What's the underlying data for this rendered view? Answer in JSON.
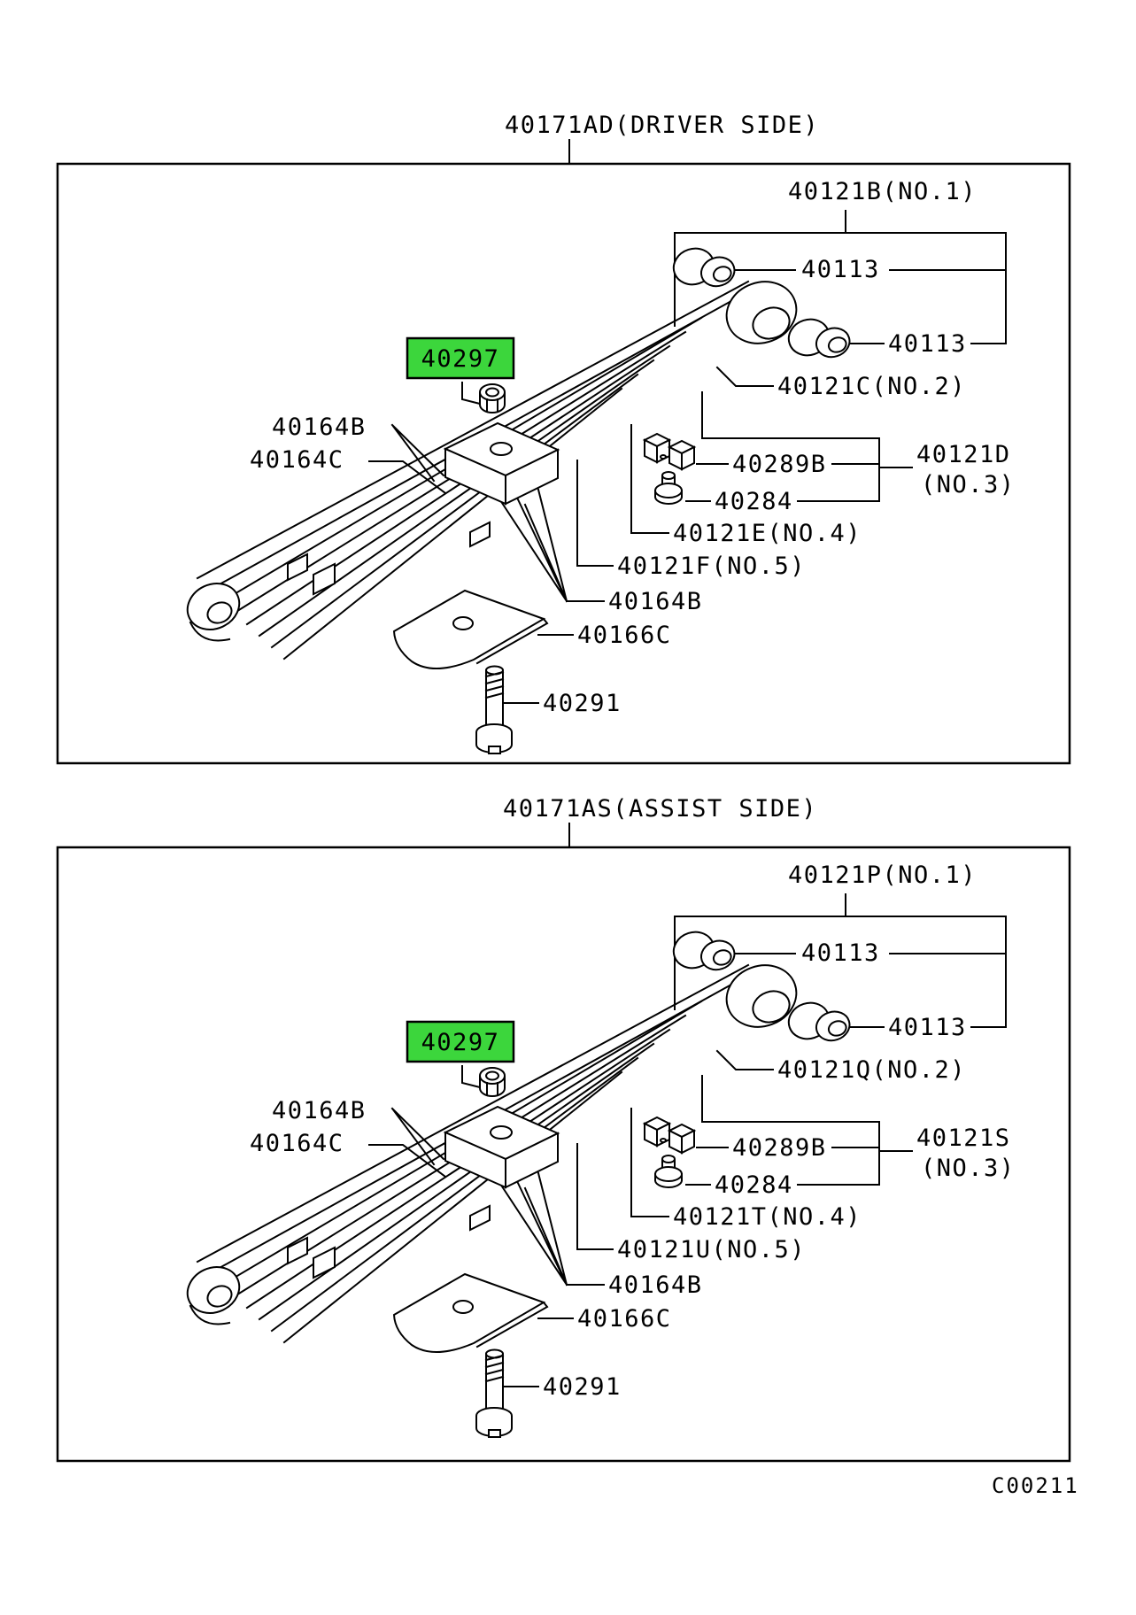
{
  "document": {
    "code": "C00211",
    "background": "#ffffff",
    "line_color": "#000000"
  },
  "highlight": {
    "color": "#3cd63c",
    "part": "40297"
  },
  "panels": [
    {
      "id": "driver-side",
      "title": "40171AD(DRIVER SIDE)",
      "labels": {
        "group_no1": "40121B(NO.1)",
        "bushing_a": "40113",
        "bushing_b": "40113",
        "leaf_no2": "40121C(NO.2)",
        "leaf_no3_a": "40121D",
        "leaf_no3_b": "(NO.3)",
        "center_nut": "40297",
        "clip_a": "40164B",
        "clip_b": "40164C",
        "seat_bracket": "40289B",
        "pin": "40284",
        "leaf_no4": "40121E(NO.4)",
        "leaf_no5": "40121F(NO.5)",
        "clip_c": "40164B",
        "spring_plate": "40166C",
        "center_bolt": "40291"
      }
    },
    {
      "id": "assist-side",
      "title": "40171AS(ASSIST SIDE)",
      "labels": {
        "group_no1": "40121P(NO.1)",
        "bushing_a": "40113",
        "bushing_b": "40113",
        "leaf_no2": "40121Q(NO.2)",
        "leaf_no3_a": "40121S",
        "leaf_no3_b": "(NO.3)",
        "center_nut": "40297",
        "clip_a": "40164B",
        "clip_b": "40164C",
        "seat_bracket": "40289B",
        "pin": "40284",
        "leaf_no4": "40121T(NO.4)",
        "leaf_no5": "40121U(NO.5)",
        "clip_c": "40164B",
        "spring_plate": "40166C",
        "center_bolt": "40291"
      }
    }
  ]
}
